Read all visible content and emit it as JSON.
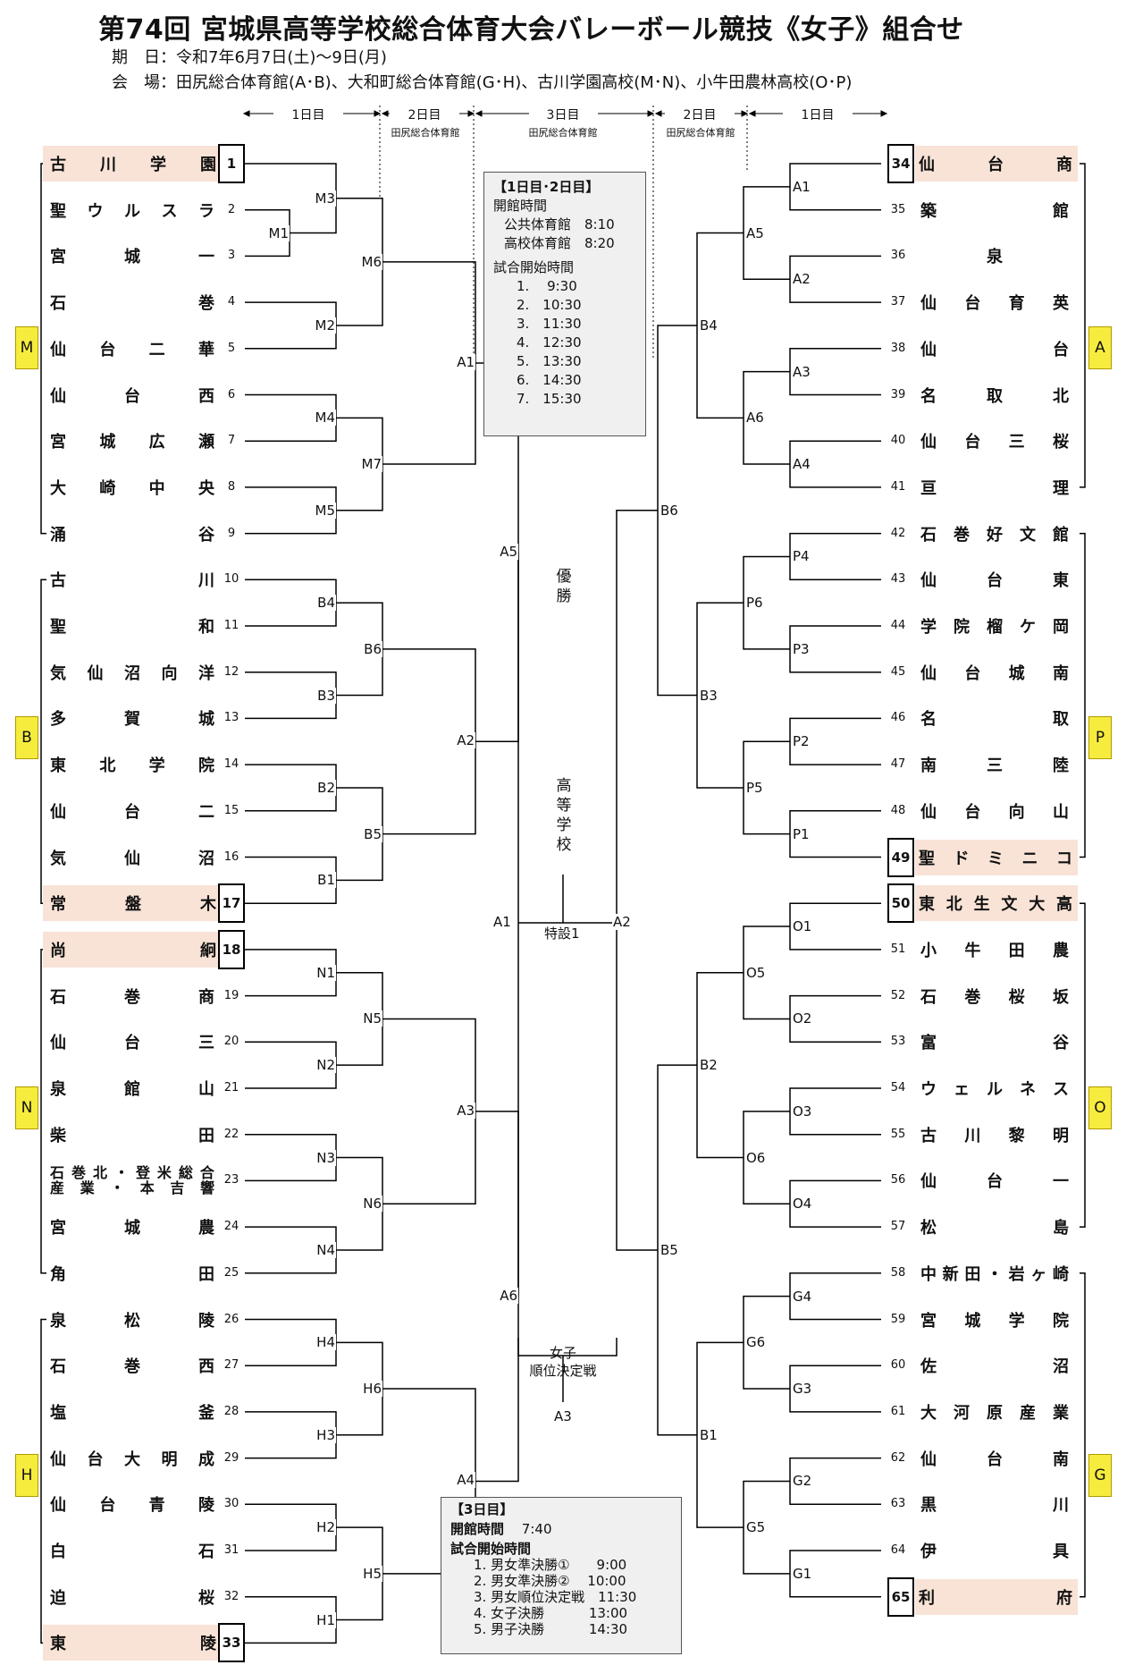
{
  "header": {
    "title": "第74回 宮城県高等学校総合体育大会バレーボール競技《女子》組合せ",
    "date_line": "期　日：令和7年6月7日(土)～9日(月)",
    "venue_line": "会　場：田尻総合体育館(A･B)、大和町総合体育館(G･H)、古川学園高校(M･N)、小牛田農林高校(O･P)"
  },
  "day_labels": {
    "left_day1": "1日目",
    "left_day2": "2日目",
    "day3": "3日目",
    "right_day2": "2日目",
    "right_day1": "1日目",
    "left_day2_venue": "田尻総合体育館",
    "day3_venue": "田尻総合体育館",
    "right_day2_venue": "田尻総合体育館"
  },
  "groups_left": [
    "M",
    "B",
    "N",
    "H"
  ],
  "groups_right": [
    "A",
    "P",
    "O",
    "G"
  ],
  "left_teams": [
    {
      "n": "1",
      "name": "古川学園"
    },
    {
      "n": "2",
      "name": "聖ウルスラ"
    },
    {
      "n": "3",
      "name": "宮城一"
    },
    {
      "n": "4",
      "name": "石巻"
    },
    {
      "n": "5",
      "name": "仙台二華"
    },
    {
      "n": "6",
      "name": "仙台西"
    },
    {
      "n": "7",
      "name": "宮城広瀬"
    },
    {
      "n": "8",
      "name": "大崎中央"
    },
    {
      "n": "9",
      "name": "涌谷"
    },
    {
      "n": "10",
      "name": "古川"
    },
    {
      "n": "11",
      "name": "聖和"
    },
    {
      "n": "12",
      "name": "気仙沼向洋"
    },
    {
      "n": "13",
      "name": "多賀城"
    },
    {
      "n": "14",
      "name": "東北学院"
    },
    {
      "n": "15",
      "name": "仙台二"
    },
    {
      "n": "16",
      "name": "気仙沼"
    },
    {
      "n": "17",
      "name": "常盤木"
    },
    {
      "n": "18",
      "name": "尚絅"
    },
    {
      "n": "19",
      "name": "石巻商"
    },
    {
      "n": "20",
      "name": "仙台三"
    },
    {
      "n": "21",
      "name": "泉館山"
    },
    {
      "n": "22",
      "name": "柴田"
    },
    {
      "n": "23",
      "name": "石巻北・登米総合",
      "name2": "産業・本吉響"
    },
    {
      "n": "24",
      "name": "宮城農"
    },
    {
      "n": "25",
      "name": "角田"
    },
    {
      "n": "26",
      "name": "泉松陵"
    },
    {
      "n": "27",
      "name": "石巻西"
    },
    {
      "n": "28",
      "name": "塩釜"
    },
    {
      "n": "29",
      "name": "仙台大明成"
    },
    {
      "n": "30",
      "name": "仙台青陵"
    },
    {
      "n": "31",
      "name": "白石"
    },
    {
      "n": "32",
      "name": "迫桜"
    },
    {
      "n": "33",
      "name": "東陵"
    }
  ],
  "right_teams": [
    {
      "n": "34",
      "name": "仙台商"
    },
    {
      "n": "35",
      "name": "築館"
    },
    {
      "n": "36",
      "name": "泉"
    },
    {
      "n": "37",
      "name": "仙台育英"
    },
    {
      "n": "38",
      "name": "仙台"
    },
    {
      "n": "39",
      "name": "名取北"
    },
    {
      "n": "40",
      "name": "仙台三桜"
    },
    {
      "n": "41",
      "name": "亘理"
    },
    {
      "n": "42",
      "name": "石巻好文館"
    },
    {
      "n": "43",
      "name": "仙台東"
    },
    {
      "n": "44",
      "name": "学院榴ケ岡"
    },
    {
      "n": "45",
      "name": "仙台城南"
    },
    {
      "n": "46",
      "name": "名取"
    },
    {
      "n": "47",
      "name": "南三陸"
    },
    {
      "n": "48",
      "name": "仙台向山"
    },
    {
      "n": "49",
      "name": "聖ドミニコ"
    },
    {
      "n": "50",
      "name": "東北生文大高"
    },
    {
      "n": "51",
      "name": "小牛田農"
    },
    {
      "n": "52",
      "name": "石巻桜坂"
    },
    {
      "n": "53",
      "name": "富谷"
    },
    {
      "n": "54",
      "name": "ウェルネス"
    },
    {
      "n": "55",
      "name": "古川黎明"
    },
    {
      "n": "56",
      "name": "仙台一"
    },
    {
      "n": "57",
      "name": "松島"
    },
    {
      "n": "58",
      "name": "中新田・岩ヶ崎"
    },
    {
      "n": "59",
      "name": "宮城学院"
    },
    {
      "n": "60",
      "name": "佐沼"
    },
    {
      "n": "61",
      "name": "大河原産業"
    },
    {
      "n": "62",
      "name": "仙台南"
    },
    {
      "n": "63",
      "name": "黒川"
    },
    {
      "n": "64",
      "name": "伊具"
    },
    {
      "n": "65",
      "name": "利府"
    }
  ],
  "center": {
    "final_label": "優勝",
    "venue_vertical": "高等学校",
    "final_court": "特設1",
    "final_left": "A1",
    "final_right": "A2",
    "placement_label1": "女子",
    "placement_label2": "順位決定戦",
    "placement_court": "A3"
  },
  "schedule_box1": {
    "title": "【1日目･2日目】",
    "open_label": "開館時間",
    "open_rows": [
      "公共体育館　8:10",
      "高校体育館　8:20"
    ],
    "start_label": "試合開始時間",
    "start_rows": [
      "1.　 9:30",
      "2.　10:30",
      "3.　11:30",
      "4.　12:30",
      "5.　13:30",
      "6.　14:30",
      "7.　15:30"
    ]
  },
  "schedule_box2": {
    "title": "【3日目】",
    "open_label": "開館時間",
    "open_time": "7:40",
    "start_label": "試合開始時間",
    "start_rows": [
      "1. 男女準決勝①　　9:00",
      "2. 男女準決勝②　 10:00",
      "3. 男女順位決定戦　11:30",
      "4. 女子決勝　　　 13:00",
      "5. 男子決勝　　　 14:30"
    ]
  },
  "match_labels": {
    "left_r1": [
      "M1",
      "M3",
      "M2",
      "M4",
      "M5",
      "B4",
      "B3",
      "B2",
      "B1",
      "N1",
      "N2",
      "N3",
      "N4",
      "H4",
      "H3",
      "H2",
      "H1"
    ],
    "left_r2": [
      "M6",
      "M7",
      "B6",
      "B5",
      "N5",
      "N6",
      "H6",
      "H5"
    ],
    "left_r3": [
      "A1",
      "A2",
      "A3",
      "A4"
    ],
    "left_r4": [
      "A5",
      "A6"
    ],
    "right_r1": [
      "A1",
      "A2",
      "A3",
      "A4",
      "P4",
      "P3",
      "P2",
      "P1",
      "O1",
      "O2",
      "O3",
      "O4",
      "G4",
      "G3",
      "G2",
      "G1"
    ],
    "right_r2": [
      "A5",
      "A6",
      "P6",
      "P5",
      "O5",
      "O6",
      "G6",
      "G5"
    ],
    "right_r3": [
      "B4",
      "B3",
      "B2",
      "B1"
    ],
    "right_r4": [
      "B6",
      "B5"
    ]
  }
}
